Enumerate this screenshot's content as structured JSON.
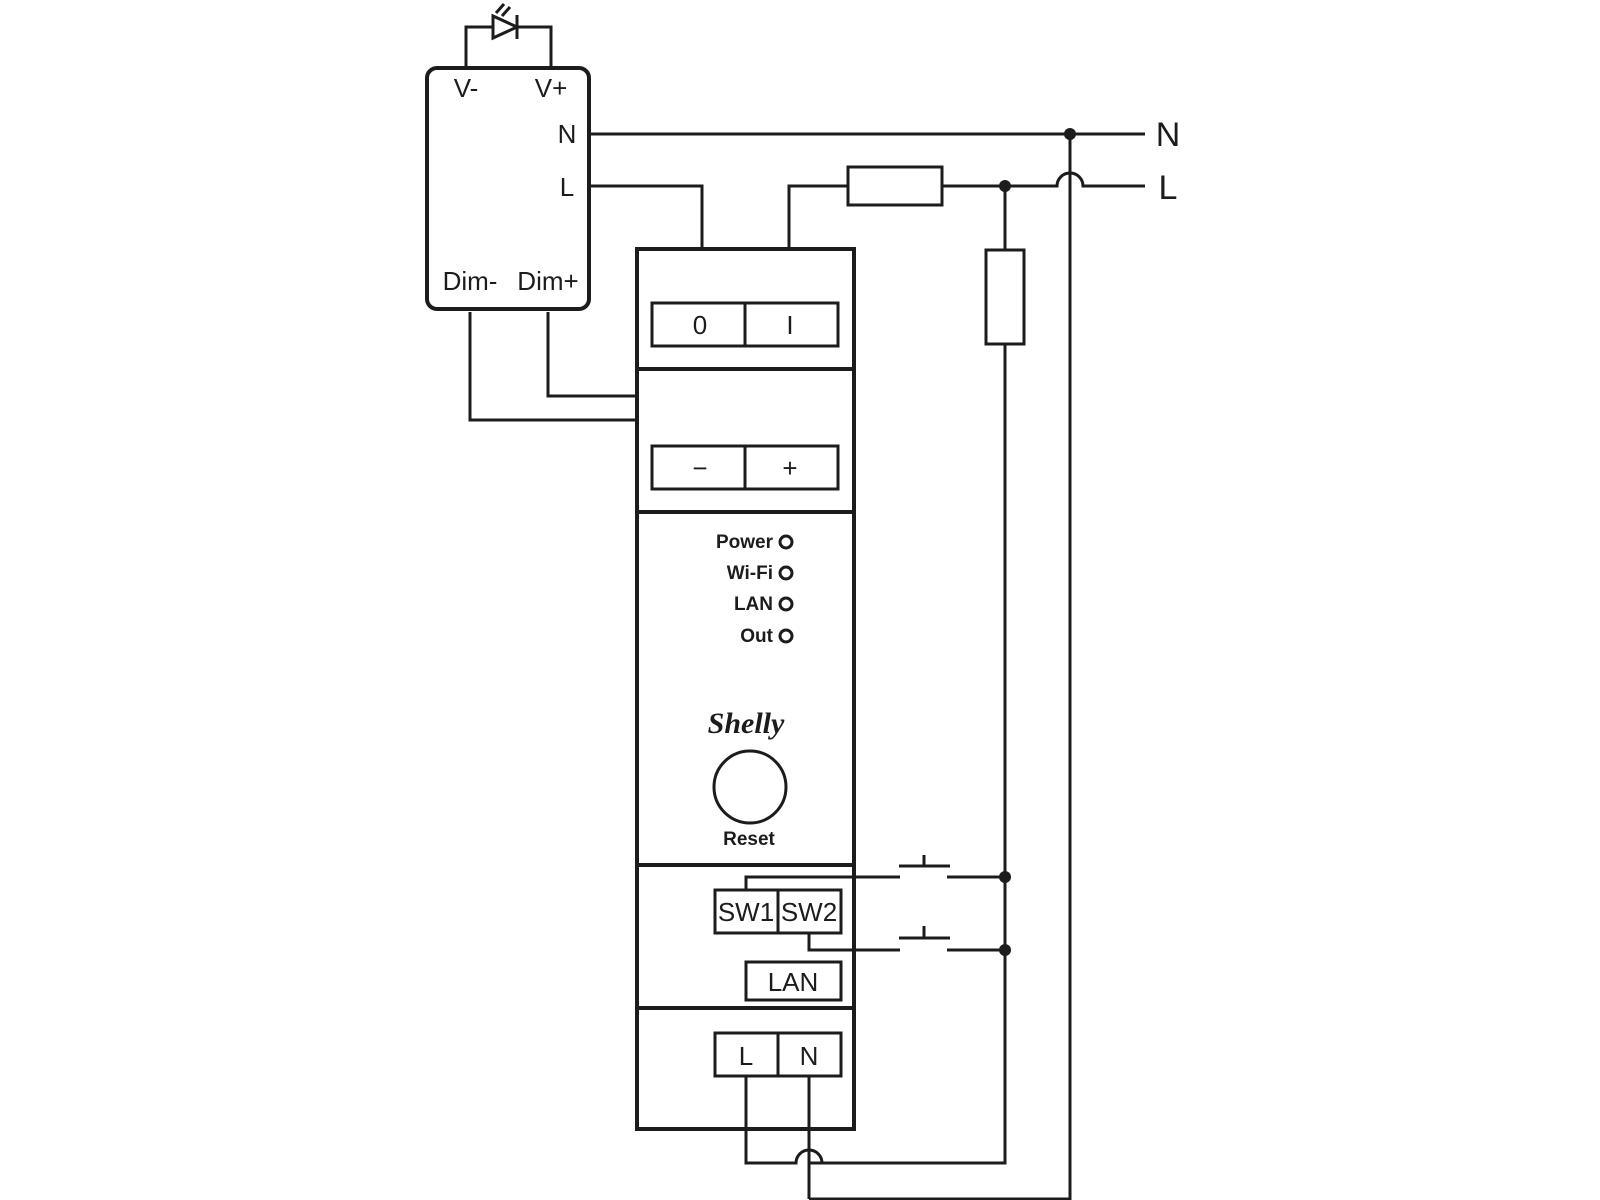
{
  "driver": {
    "v_minus": "V-",
    "v_plus": "V+",
    "n": "N",
    "l": "L",
    "dim_minus": "Dim-",
    "dim_plus": "Dim+"
  },
  "mains": {
    "n": "N",
    "l": "L"
  },
  "device": {
    "out_o": "0",
    "out_i": "I",
    "dim_minus": "−",
    "dim_plus": "+",
    "leds": [
      "Power",
      "Wi-Fi",
      "LAN",
      "Out"
    ],
    "brand": "Shelly",
    "reset": "Reset",
    "sw1": "SW1",
    "sw2": "SW2",
    "lan": "LAN",
    "l": "L",
    "n": "N"
  },
  "colors": {
    "line": "#1c1c1c",
    "background": "#ffffff"
  },
  "icons": [
    "led-diode-icon",
    "fuse-icon",
    "switch-icon"
  ]
}
